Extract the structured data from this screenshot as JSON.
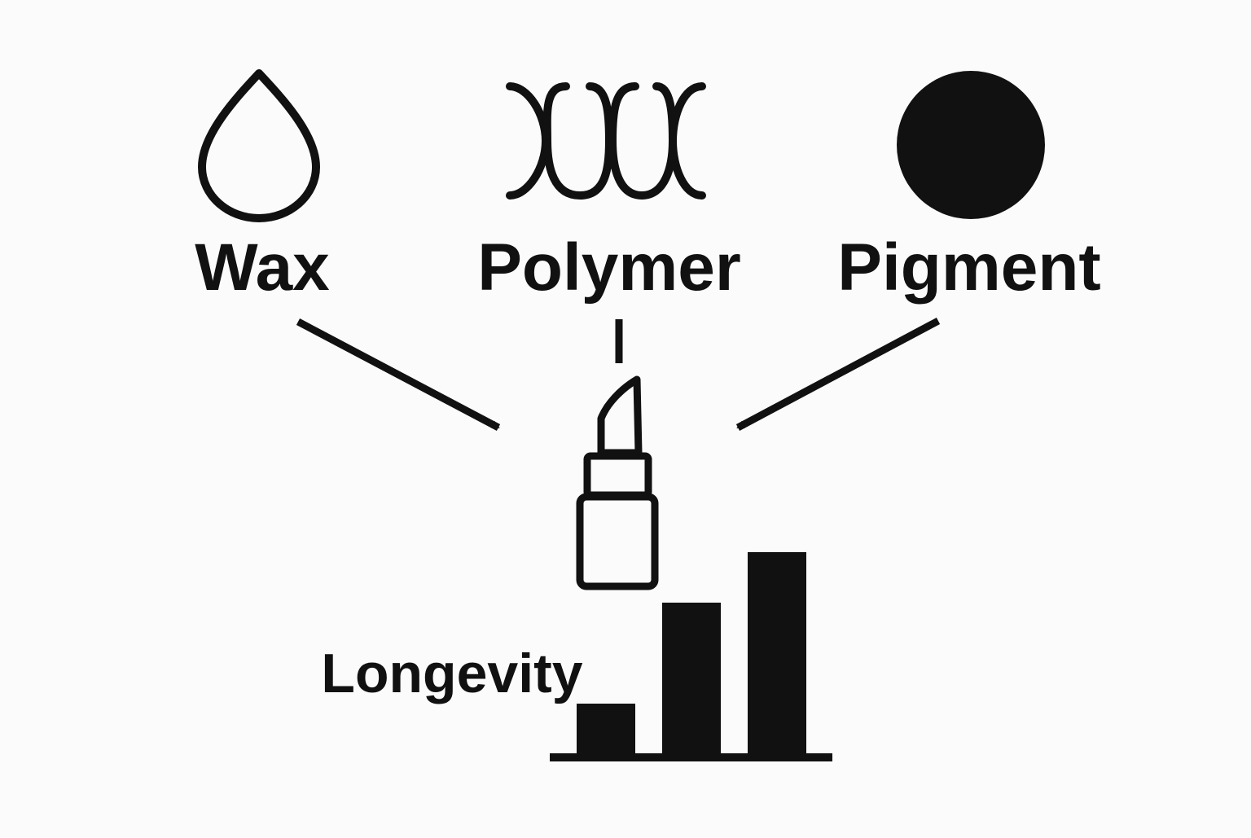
{
  "ingredients": [
    {
      "label": "Wax",
      "icon": "droplet-icon"
    },
    {
      "label": "Polymer",
      "icon": "polymer-chain-icon"
    },
    {
      "label": "Pigment",
      "icon": "filled-circle-icon"
    }
  ],
  "product": {
    "icon": "lipstick-icon"
  },
  "result": {
    "label": "Longevity",
    "icon": "bar-chart-icon"
  },
  "chart_data": {
    "type": "bar",
    "categories": [],
    "values": [
      1,
      3,
      4
    ],
    "title": "Longevity",
    "xlabel": "",
    "ylabel": "",
    "grid": false,
    "legend": "none"
  },
  "colors": {
    "ink": "#111111",
    "background": "#fbfbfb"
  }
}
